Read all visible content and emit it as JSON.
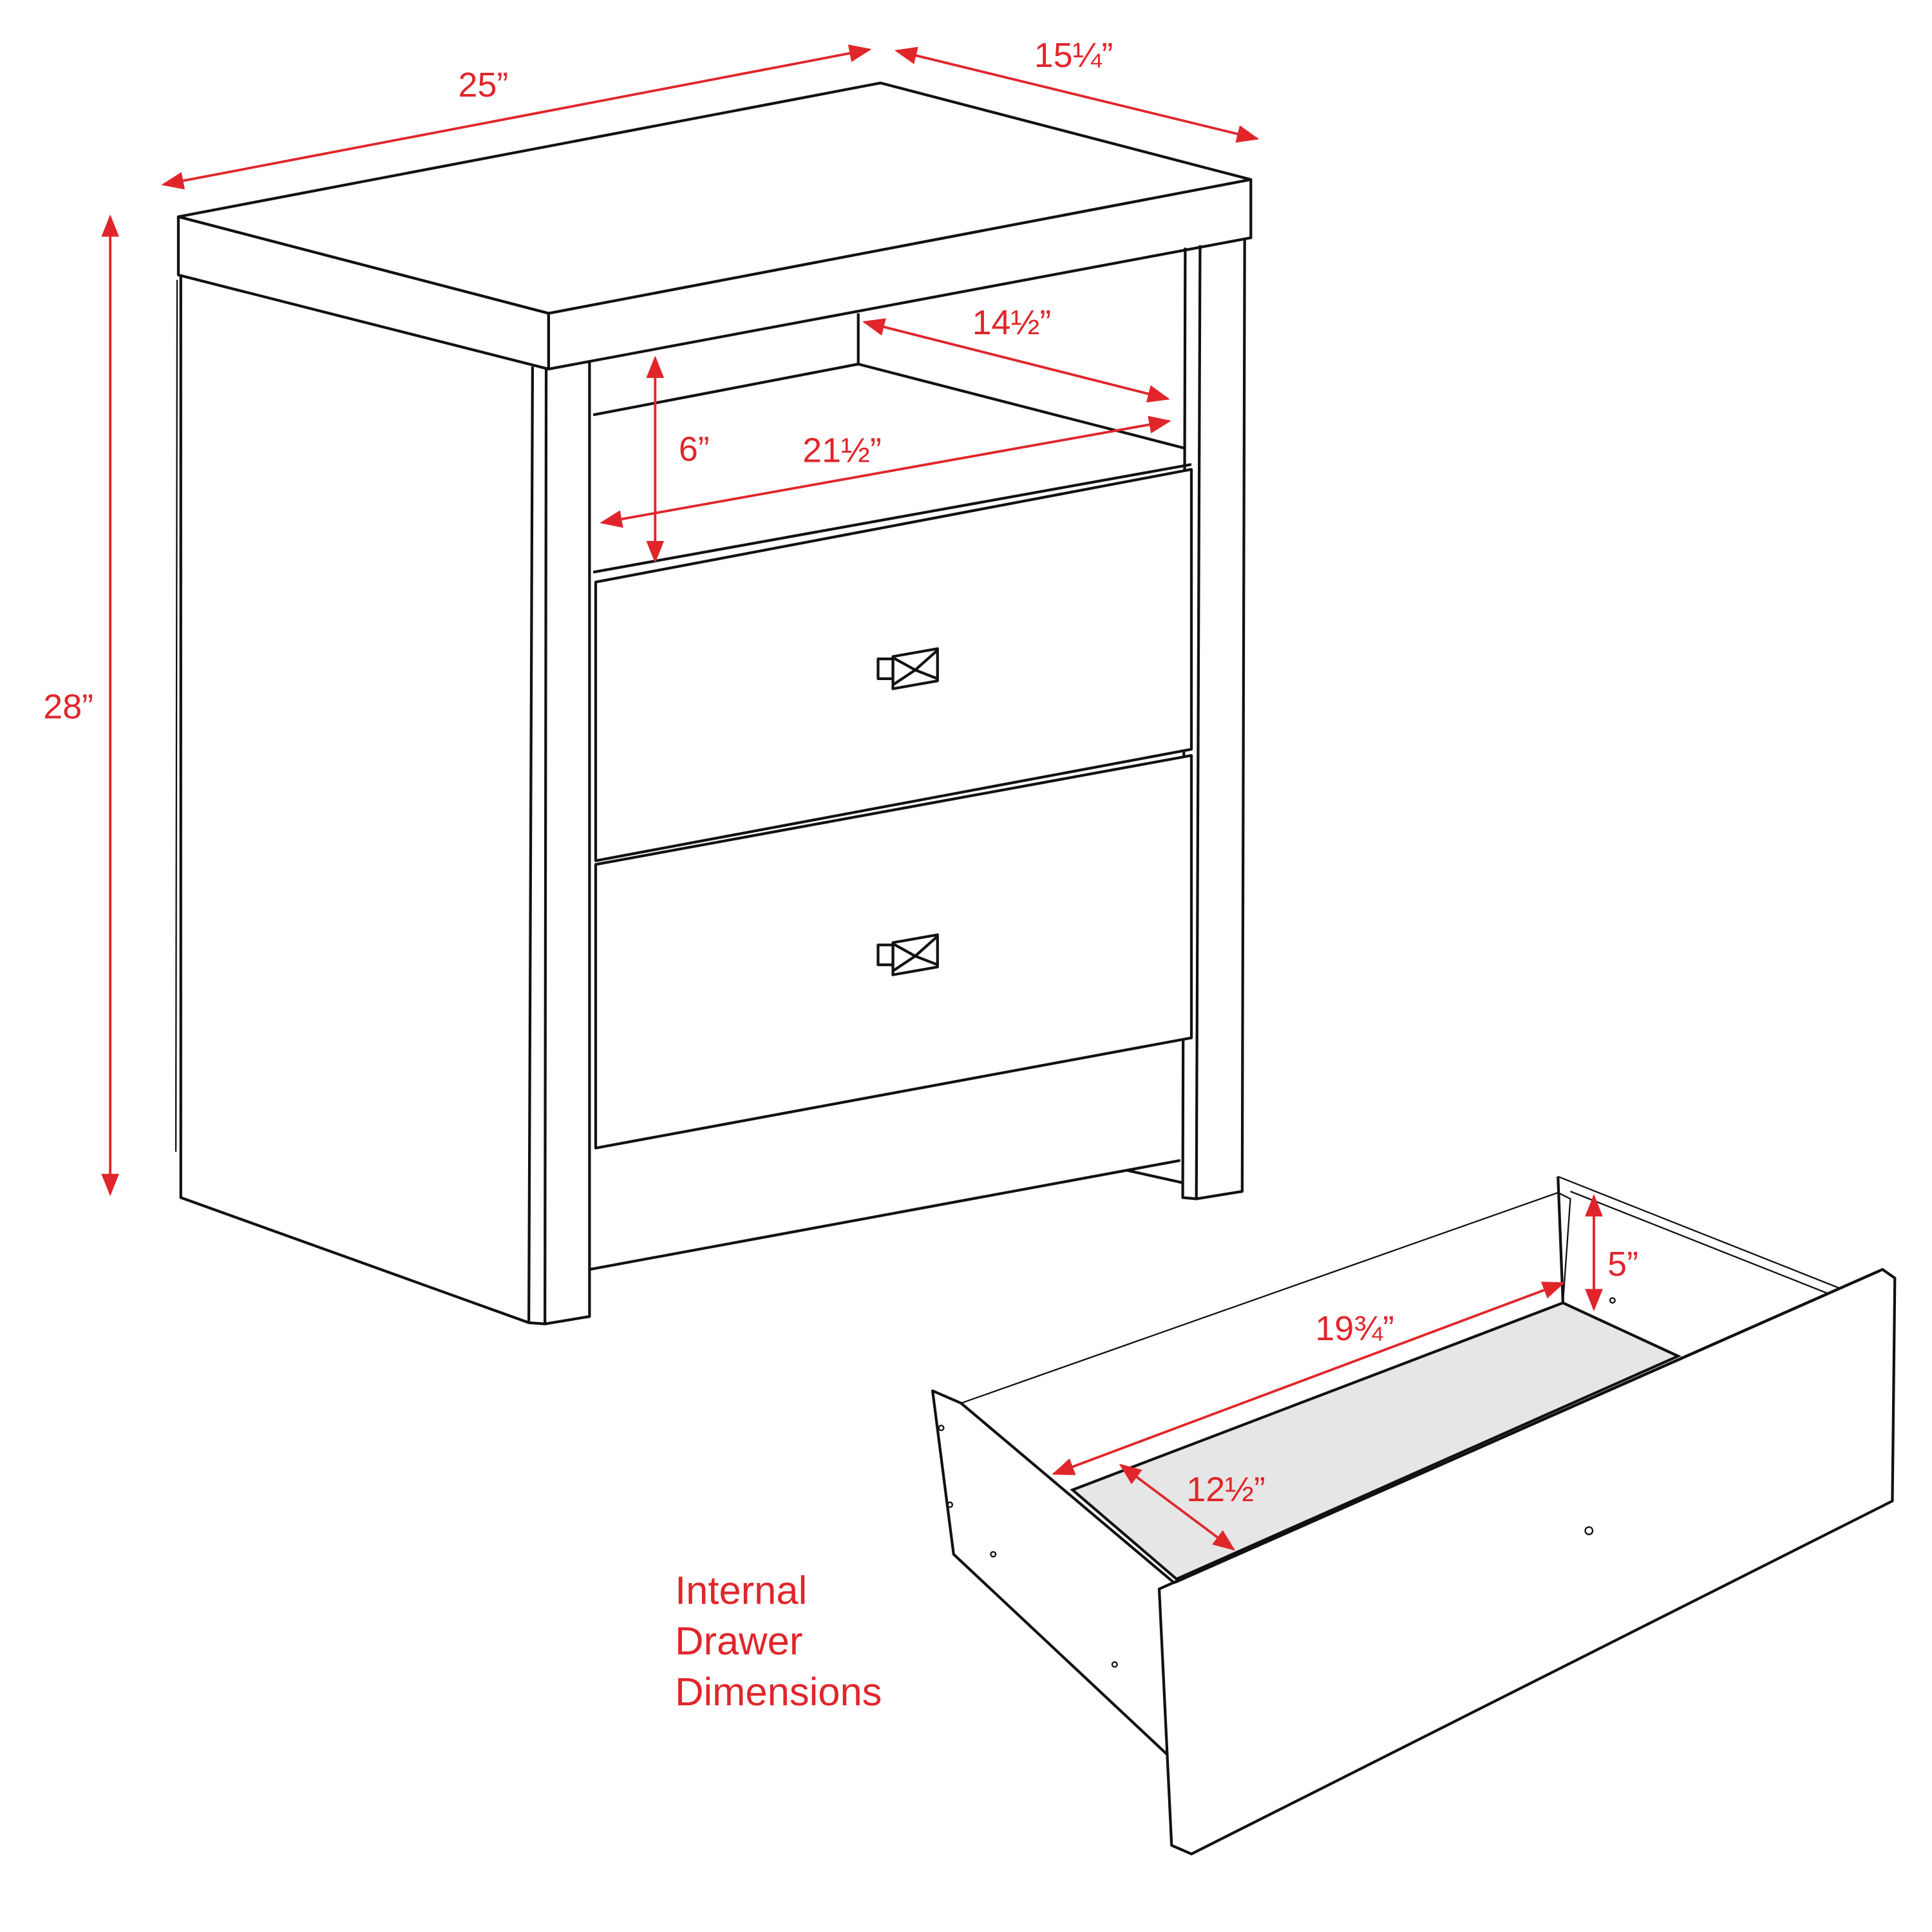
{
  "dimensions": {
    "width": "25”",
    "depth": "15¼”",
    "height": "28”",
    "shelf_depth": "14½”",
    "shelf_width": "21½”",
    "shelf_height": "6”",
    "drawer_height": "5”",
    "drawer_length": "19¾”",
    "drawer_depth": "12½”"
  },
  "caption": {
    "line1": "Internal",
    "line2": "Drawer",
    "line3": "Dimensions"
  },
  "colors": {
    "dimension": "#e0262b",
    "outline": "#111111",
    "drawer_floor": "#e6e6e6"
  }
}
